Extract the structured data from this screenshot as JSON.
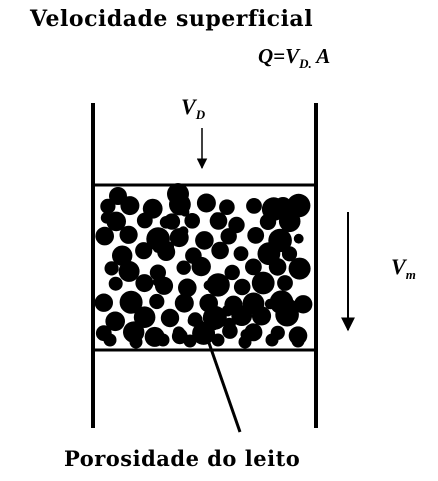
{
  "title": "Velocidade superficial",
  "equation": {
    "lhs": "Q",
    "eq": "=",
    "v": "V",
    "v_sub": "D.",
    "a": "A"
  },
  "inlet_velocity": {
    "main": "V",
    "sub": "D"
  },
  "medium_velocity": {
    "main": "V",
    "sub": "m"
  },
  "caption": "Porosidade do leito",
  "colors": {
    "ink": "#000000",
    "background": "#ffffff"
  }
}
